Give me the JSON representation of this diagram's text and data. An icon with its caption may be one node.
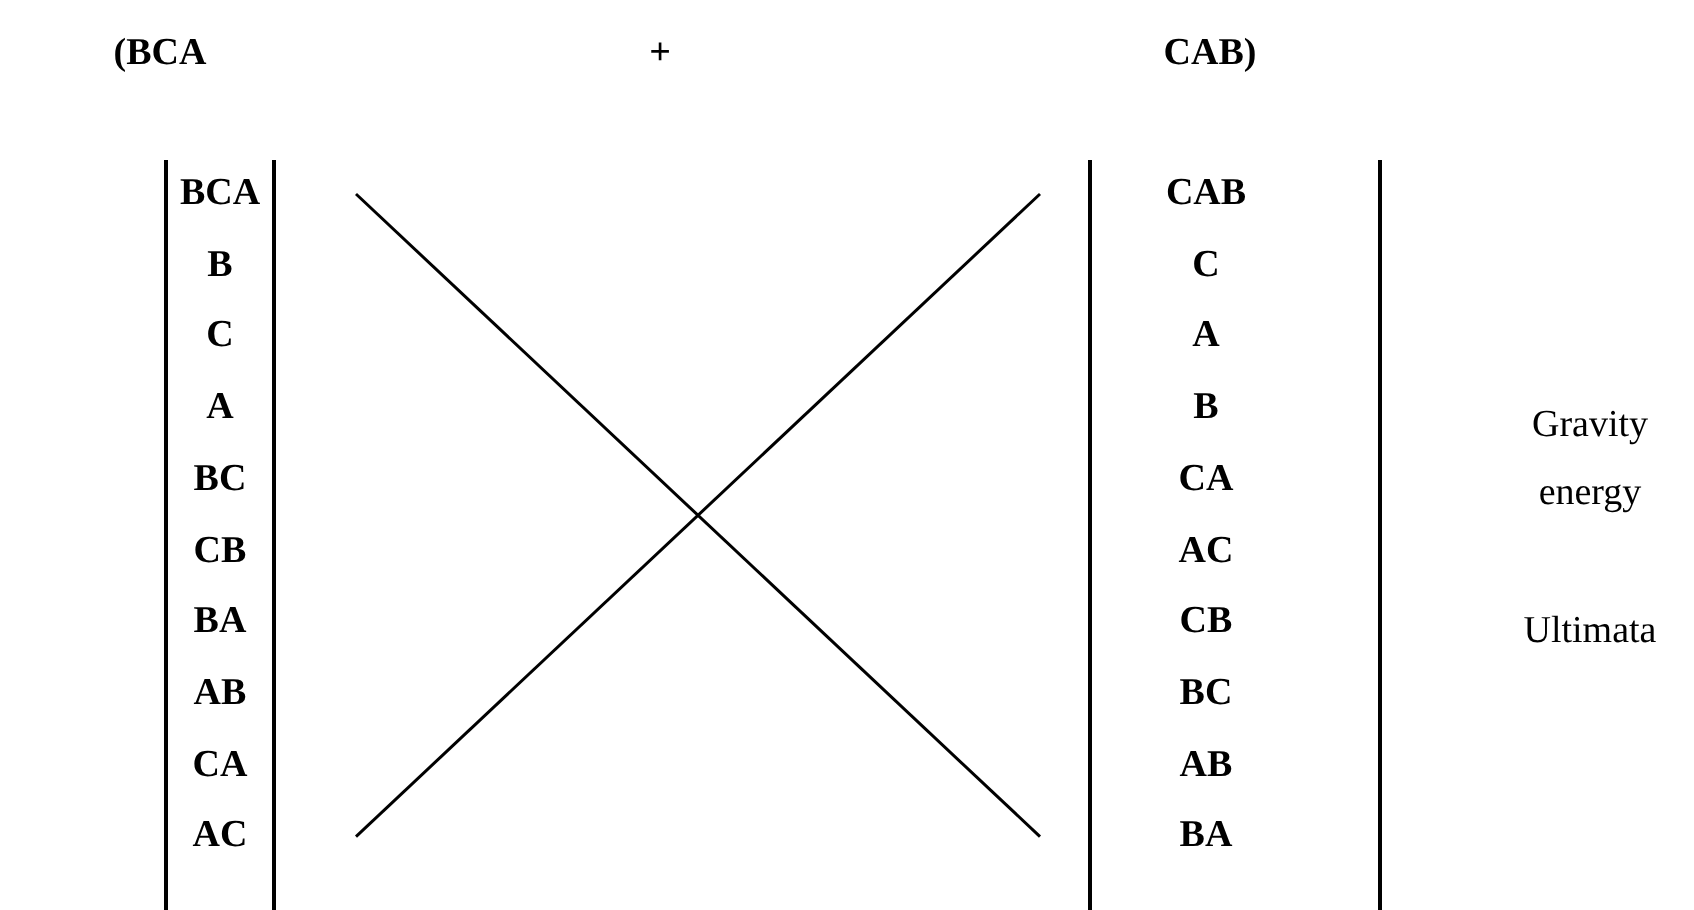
{
  "diagram": {
    "nodes": [
      {
        "text": [
          "BCA"
        ]
      },
      {
        "text": [
          "B"
        ]
      },
      {
        "text": [
          "C"
        ]
      },
      {
        "text": [
          "A"
        ]
      },
      {
        "text": [
          "BC"
        ]
      },
      {
        "text": [
          "CB"
        ]
      },
      {
        "text": [
          "BA"
        ]
      },
      {
        "text": [
          "AB"
        ]
      },
      {
        "text": [
          "CA"
        ]
      },
      {
        "text": [
          "AC"
        ]
      },
      {
        "text": [
          "CAB"
        ]
      },
      {
        "text": [
          "C"
        ]
      },
      {
        "text": [
          "A"
        ]
      },
      {
        "text": [
          "B"
        ]
      },
      {
        "text": [
          "CA"
        ]
      },
      {
        "text": [
          "AC"
        ]
      },
      {
        "text": [
          "CB"
        ]
      },
      {
        "text": [
          "BC"
        ]
      },
      {
        "text": [
          "AB"
        ]
      },
      {
        "text": [
          "BA"
        ]
      }
    ],
    "edges": [
      {
        "from": 0,
        "to": 19,
        "arrow": "none"
      },
      {
        "from": 9,
        "to": 10,
        "arrow": "none"
      }
    ],
    "labels": [
      "(BCA",
      "+",
      "CAB)",
      "Gravity energy",
      "Ultimata"
    ]
  }
}
